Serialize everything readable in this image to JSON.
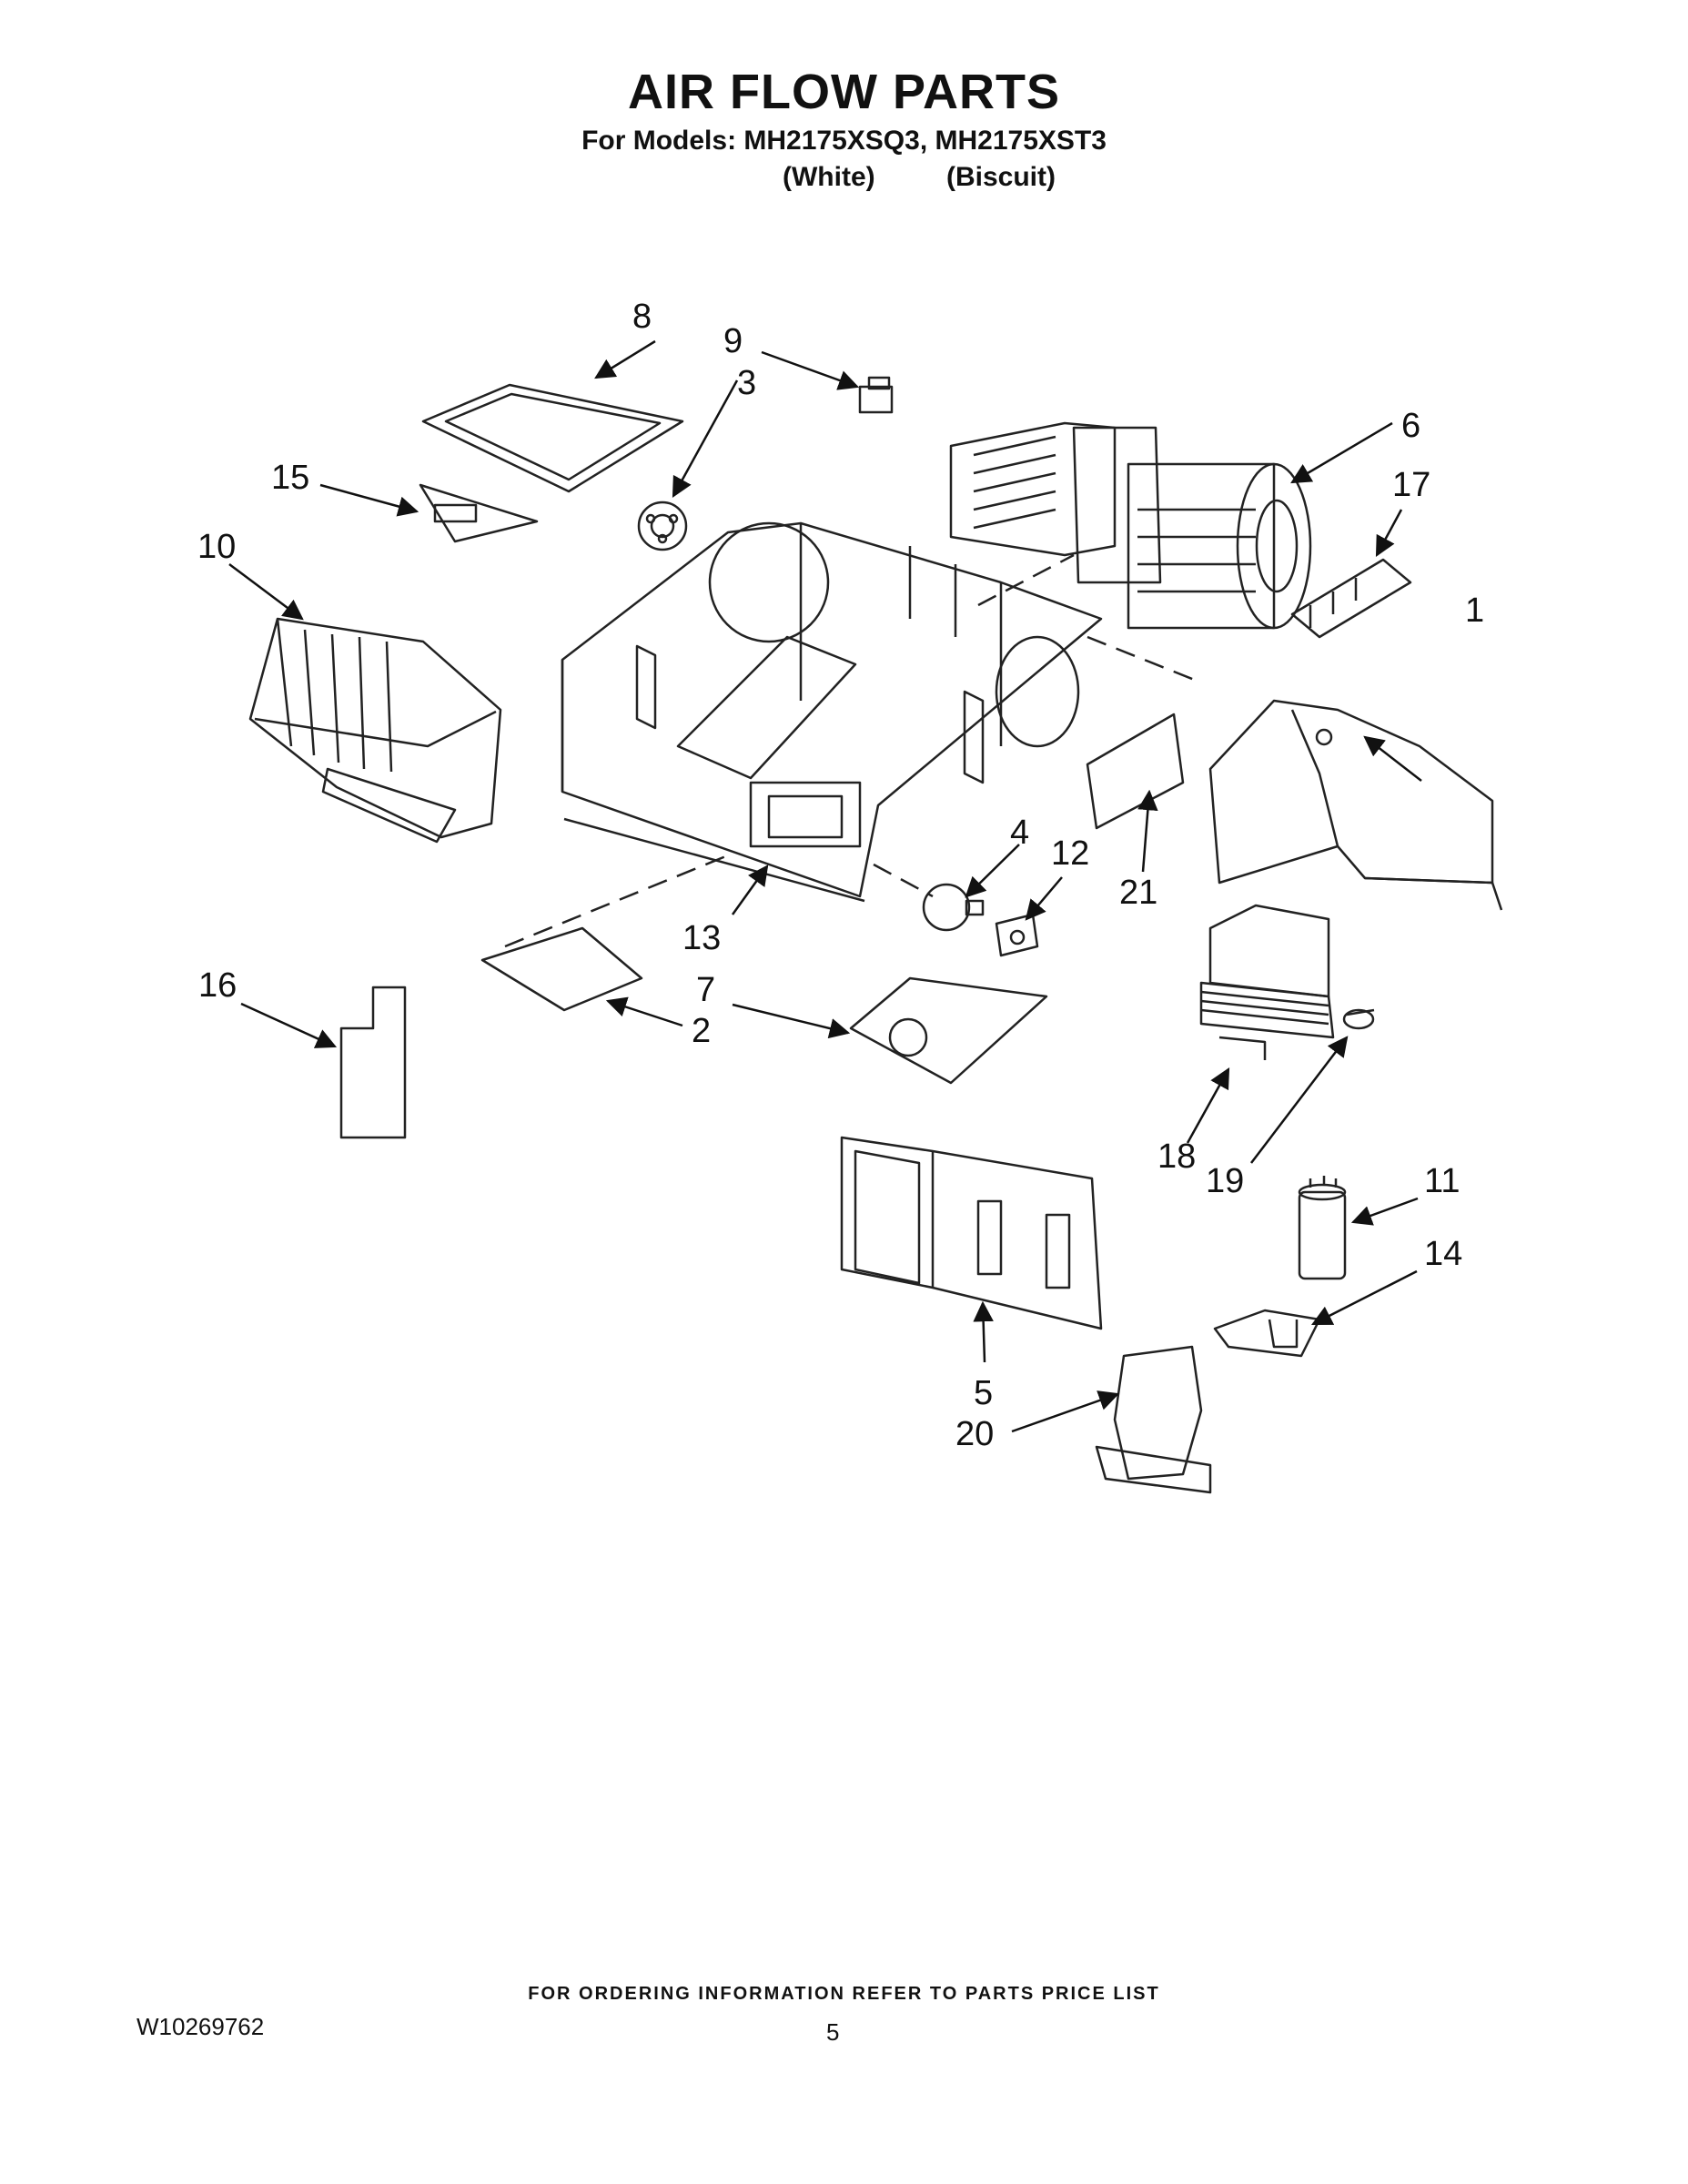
{
  "header": {
    "title": "AIR FLOW PARTS",
    "models_line": "For Models: MH2175XSQ3, MH2175XST3",
    "variants": [
      "(White)",
      "(Biscuit)"
    ]
  },
  "callouts": [
    "1",
    "2",
    "3",
    "4",
    "5",
    "6",
    "7",
    "8",
    "9",
    "10",
    "11",
    "12",
    "13",
    "14",
    "15",
    "16",
    "17",
    "18",
    "19",
    "20",
    "21"
  ],
  "footer": {
    "note": "FOR ORDERING INFORMATION REFER TO PARTS PRICE LIST",
    "doc_number": "W10269762",
    "page": "5"
  }
}
